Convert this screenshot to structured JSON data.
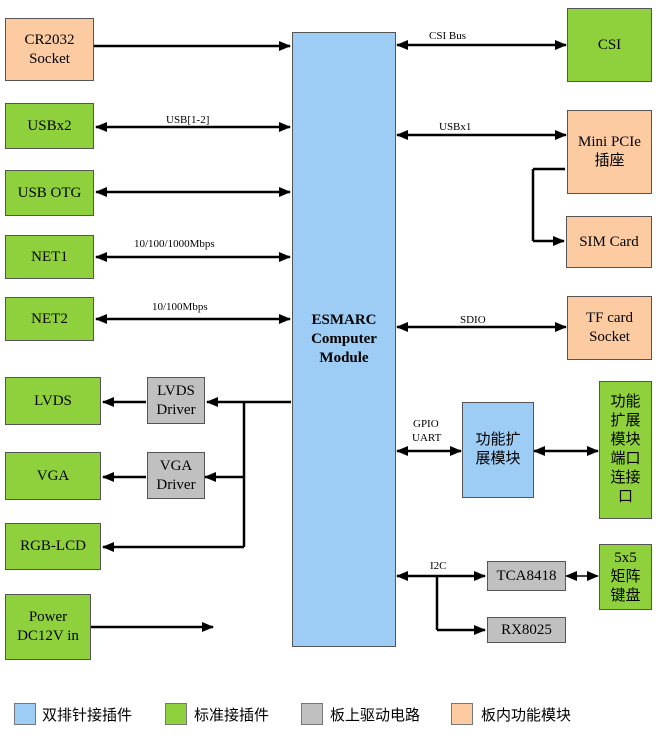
{
  "colors": {
    "standard": "#8fd13c",
    "onboard_function": "#fccba2",
    "driver": "#c0c0c0",
    "dual_row": "#9dcdf5",
    "line": "#000000"
  },
  "blocks": {
    "core": "ESMARC\nComputer\nModule",
    "cr2032": "CR2032\nSocket",
    "usbx2": "USBx2",
    "usb_otg": "USB OTG",
    "net1": "NET1",
    "net2": "NET2",
    "lvds": "LVDS",
    "lvds_driver": "LVDS\nDriver",
    "vga": "VGA",
    "vga_driver": "VGA\nDriver",
    "rgb_lcd": "RGB-LCD",
    "power": "Power\nDC12V in",
    "csi": "CSI",
    "mini_pcie": "Mini PCIe\n插座",
    "sim_card": "SIM Card",
    "tf_card": "TF card\nSocket",
    "func_module": "功能扩\n展模块",
    "func_port": "功能\n扩展\n模块\n端口\n连接\n口",
    "tca8418": "TCA8418",
    "rx8025": "RX8025",
    "keypad": "5x5\n矩阵\n键盘"
  },
  "bus_labels": {
    "usb12": "USB[1-2]",
    "net1_speed": "10/100/1000Mbps",
    "net2_speed": "10/100Mbps",
    "csi_bus": "CSI Bus",
    "usbx1": "USBx1",
    "sdio": "SDIO",
    "gpio": "GPIO",
    "uart": "UART",
    "i2c": "I2C"
  },
  "legend": [
    {
      "label": "双排针接插件",
      "color": "#9dcdf5"
    },
    {
      "label": "标准接插件",
      "color": "#8fd13c"
    },
    {
      "label": "板上驱动电路",
      "color": "#c0c0c0"
    },
    {
      "label": "板内功能模块",
      "color": "#fccba2"
    }
  ]
}
